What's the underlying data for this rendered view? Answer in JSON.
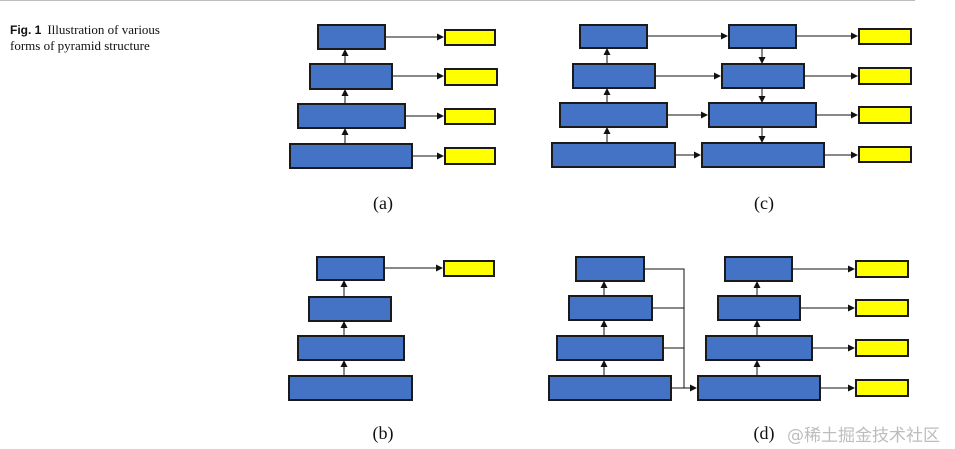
{
  "caption": {
    "fig_label": "Fig. 1",
    "line1": "Illustration of various",
    "line2": "forms of pyramid structure"
  },
  "panels": {
    "a": "(a)",
    "b": "(b)",
    "c": "(c)",
    "d": "(d)"
  },
  "watermark": "@稀土掘金技术社区",
  "colors": {
    "feature_box": "#4472c4",
    "prediction_box": "#ffff00",
    "outline": "#1a1a1a",
    "background": "#ffffff"
  }
}
